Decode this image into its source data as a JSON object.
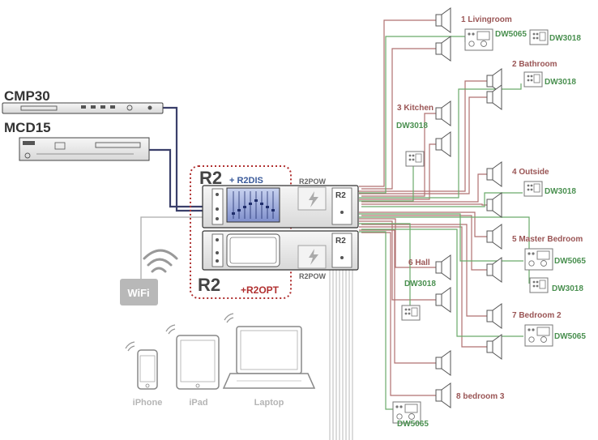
{
  "sources": {
    "cmp30": "CMP30",
    "mcd15": "MCD15"
  },
  "amp": {
    "top_model": "R2",
    "top_addon": "+ R2DIS",
    "bottom_model": "R2",
    "bottom_addon": "+R2OPT",
    "psu_label": "R2POW",
    "unit_badge": "R2"
  },
  "wifi_label": "WiFi",
  "devices": [
    "iPhone",
    "iPad",
    "Laptop"
  ],
  "rooms": [
    {
      "name": "1 Livingroom",
      "controls": [
        "DW5065",
        "DW3018"
      ]
    },
    {
      "name": "2 Bathroom",
      "controls": [
        "DW3018"
      ]
    },
    {
      "name": "3 Kitchen",
      "controls": [
        "DW3018"
      ]
    },
    {
      "name": "4 Outside",
      "controls": [
        "DW3018"
      ]
    },
    {
      "name": "5 Master Bedroom",
      "controls": [
        "DW5065",
        "DW3018"
      ]
    },
    {
      "name": "6 Hall",
      "controls": [
        "DW3018"
      ]
    },
    {
      "name": "7 Bedroom 2",
      "controls": [
        "DW5065"
      ]
    },
    {
      "name": "8 bedroom 3",
      "controls": [
        "DW5065"
      ]
    }
  ],
  "colors": {
    "speaker_wire": "#b07070",
    "control_wire": "#6aaa6a",
    "audio_cable": "#3a3f6a",
    "highlight": "#b03030"
  }
}
